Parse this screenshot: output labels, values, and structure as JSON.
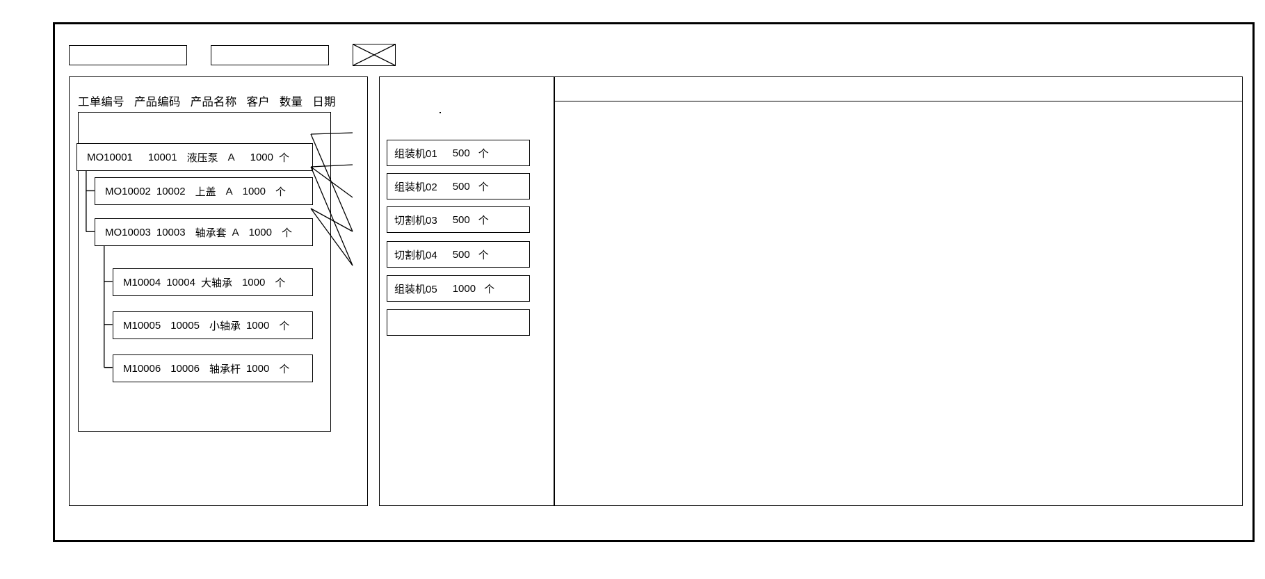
{
  "window": {
    "title_bar_present": true
  },
  "toolbar": {
    "items": [
      {
        "name": "toolbar-field-1",
        "label": "",
        "type": "empty-box"
      },
      {
        "name": "toolbar-field-2",
        "label": "",
        "type": "empty-box"
      },
      {
        "name": "toolbar-crossed-box",
        "label": "",
        "type": "crossed-box-icon"
      }
    ],
    "icon_names": [
      "empty-box-icon",
      "empty-box-icon",
      "crossed-box-icon"
    ]
  },
  "orders_panel": {
    "columns": [
      "工单编号",
      "产品编码",
      "产品名称",
      "客户",
      "数量",
      "日期"
    ],
    "rows": [
      {
        "id": "MO10001",
        "order_no": "MO10001",
        "product_code": "10001",
        "product_name": "液压泵",
        "customer": "A",
        "quantity": "1000",
        "unit": "个",
        "level": 0
      },
      {
        "id": "MO10002",
        "order_no": "MO10002",
        "product_code": "10002",
        "product_name": "上盖",
        "customer": "A",
        "quantity": "1000",
        "unit": "个",
        "level": 1
      },
      {
        "id": "MO10003",
        "order_no": "MO10003",
        "product_code": "10003",
        "product_name": "轴承套",
        "customer": "A",
        "quantity": "1000",
        "unit": "个",
        "level": 1
      },
      {
        "id": "M10004",
        "order_no": "M10004",
        "product_code": "10004",
        "product_name": "大轴承",
        "customer": "",
        "quantity": "1000",
        "unit": "个",
        "level": 2
      },
      {
        "id": "M10005",
        "order_no": "M10005",
        "product_code": "10005",
        "product_name": "小轴承",
        "customer": "",
        "quantity": "1000",
        "unit": "个",
        "level": 2
      },
      {
        "id": "M10006",
        "order_no": "M10006",
        "product_code": "10006",
        "product_name": "轴承杆",
        "customer": "",
        "quantity": "1000",
        "unit": "个",
        "level": 2
      }
    ]
  },
  "machines_panel": {
    "cards": [
      {
        "name": "组装机01",
        "quantity": "500",
        "unit": "个"
      },
      {
        "name": "组装机02",
        "quantity": "500",
        "unit": "个"
      },
      {
        "name": "切割机03",
        "quantity": "500",
        "unit": "个"
      },
      {
        "name": "切割机04",
        "quantity": "500",
        "unit": "个"
      },
      {
        "name": "组装机05",
        "quantity": "1000",
        "unit": "个"
      },
      {
        "name": "",
        "quantity": "",
        "unit": ""
      }
    ]
  },
  "detail_panel": {
    "header_text": "",
    "body_text": ""
  },
  "colors": {
    "stroke": "#000000",
    "background": "#ffffff"
  }
}
